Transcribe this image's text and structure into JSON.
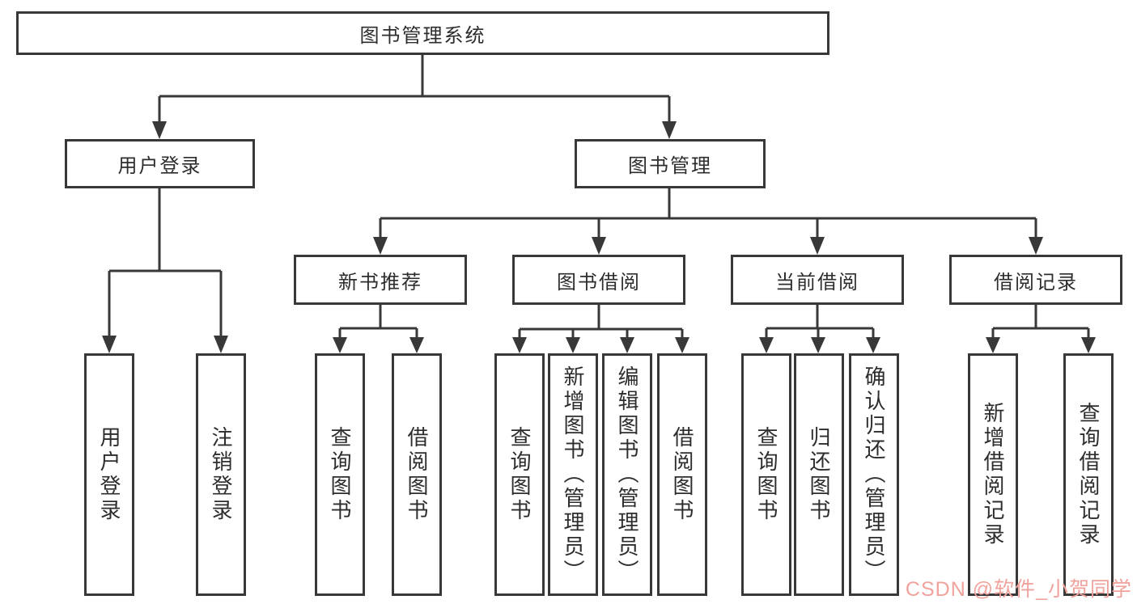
{
  "diagram": {
    "title": "图书管理系统",
    "branches": [
      {
        "label": "用户登录",
        "leaves": [
          "用户登录",
          "注销登录"
        ]
      },
      {
        "label": "图书管理",
        "groups": [
          {
            "label": "新书推荐",
            "leaves": [
              "查询图书",
              "借阅图书"
            ]
          },
          {
            "label": "图书借阅",
            "leaves": [
              "查询图书",
              "新增图书（管理员）",
              "编辑图书（管理员）",
              "借阅图书"
            ]
          },
          {
            "label": "当前借阅",
            "leaves": [
              "查询图书",
              "归还图书",
              "确认归还（管理员）"
            ]
          },
          {
            "label": "借阅记录",
            "leaves": [
              "新增借阅记录",
              "查询借阅记录"
            ]
          }
        ]
      }
    ]
  },
  "watermark": {
    "text": "CSDN @软件_小贺同学"
  },
  "colors": {
    "line": "#383838",
    "text": "#2d2d2d",
    "watermark": "#f0a29c",
    "box-bg": "#ffffff"
  }
}
